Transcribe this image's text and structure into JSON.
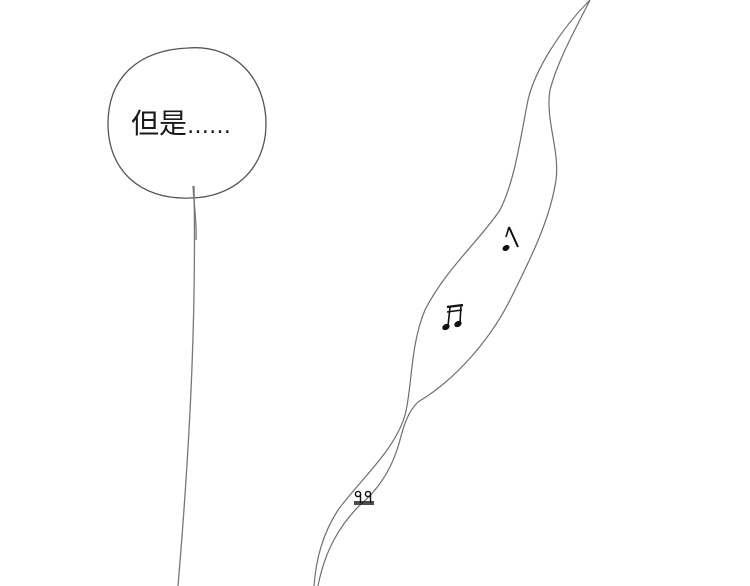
{
  "panel": {
    "background": "#ffffff",
    "line_color": "#6e6e6e"
  },
  "speech_bubble": {
    "text": "但是",
    "ellipsis": "……"
  },
  "music_ribbon": {
    "notes": [
      {
        "glyph": "♪",
        "name": "eighth-note"
      },
      {
        "glyph": "♫",
        "name": "beamed-eighth-notes"
      },
      {
        "glyph": "♫",
        "name": "beamed-notes-small"
      }
    ]
  }
}
